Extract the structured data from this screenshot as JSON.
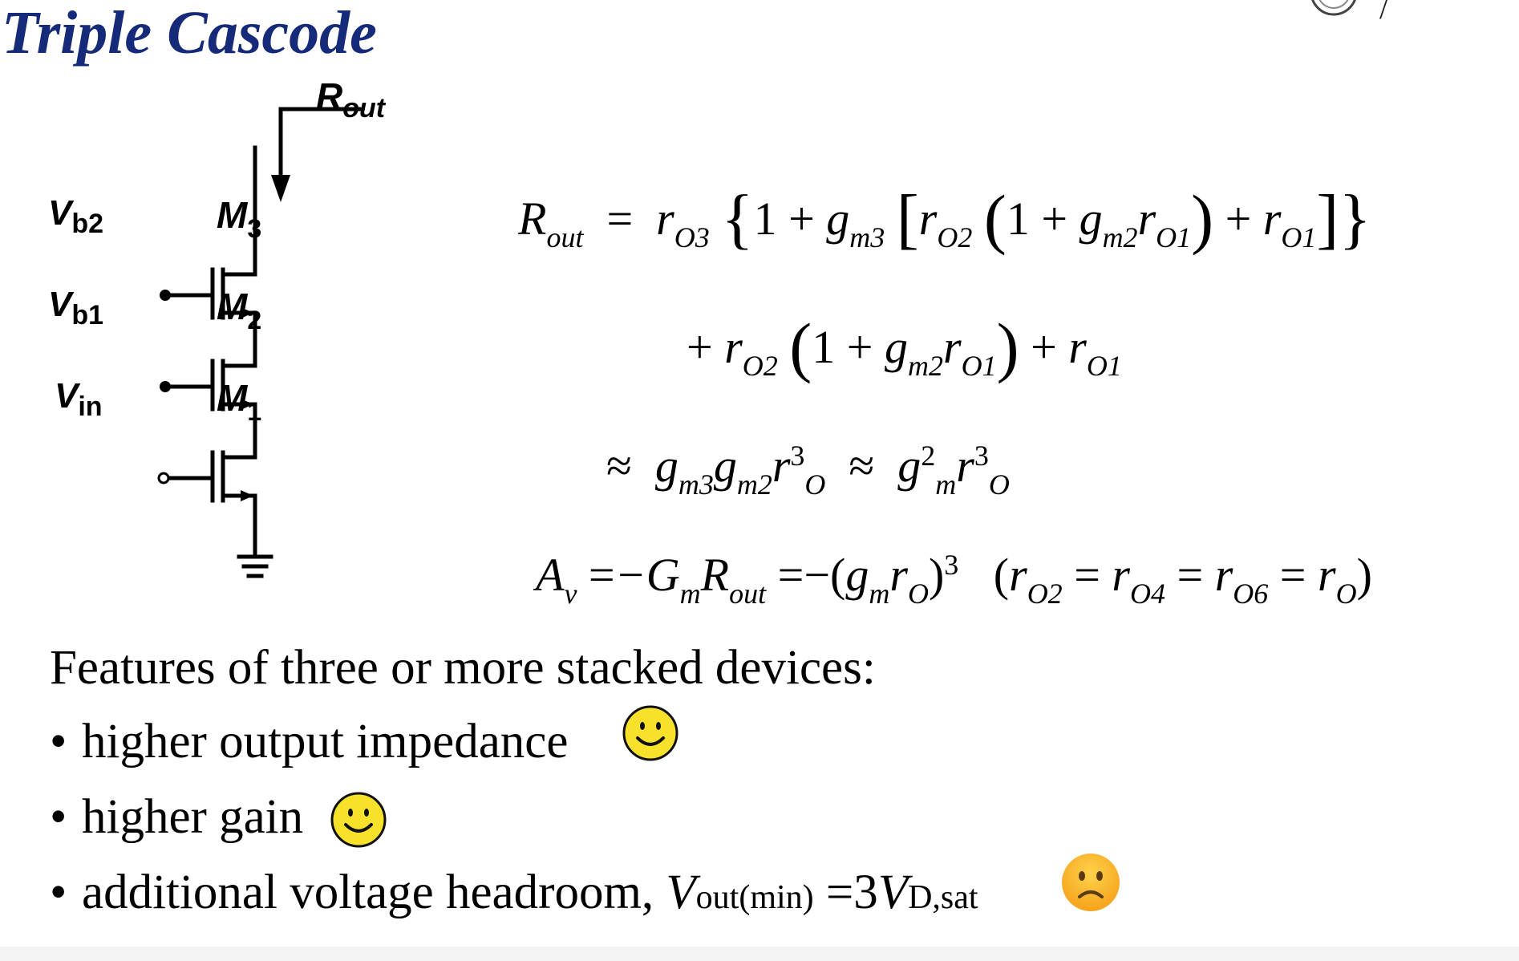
{
  "slide": {
    "title": "Triple Cascode"
  },
  "circuit": {
    "output_label": "R",
    "output_label_sub": "out",
    "bias2_label": "V",
    "bias2_sub": "b2",
    "bias1_label": "V",
    "bias1_sub": "b1",
    "input_label": "V",
    "input_sub": "in",
    "m3_label": "M",
    "m3_sub": "3",
    "m2_label": "M",
    "m2_sub": "2",
    "m1_label": "M",
    "m1_sub": "1"
  },
  "equations": {
    "line1": {
      "lhs": "R",
      "lhs_sub": "out",
      "eq": "=",
      "t1": "r",
      "t1_sub": "O3",
      "brace_open": "{",
      "one": "1",
      "plus1": "+",
      "gm3": "g",
      "gm3_sub": "m3",
      "bracket_open": "[",
      "r2": "r",
      "r2_sub": "O2",
      "paren_open": "(",
      "one2": "1",
      "plus2": "+",
      "gm2": "g",
      "gm2_sub": "m2",
      "r1": "r",
      "r1_sub": "O1",
      "paren_close": ")",
      "plus3": "+",
      "r1b": "r",
      "r1b_sub": "O1",
      "bracket_close": "]",
      "brace_close": "}"
    },
    "line2": {
      "plus1": "+",
      "r2": "r",
      "r2_sub": "O2",
      "paren_open": "(",
      "one": "1",
      "plus2": "+",
      "gm2": "g",
      "gm2_sub": "m2",
      "r1": "r",
      "r1_sub": "O1",
      "paren_close": ")",
      "plus3": "+",
      "r1b": "r",
      "r1b_sub": "O1"
    },
    "line3": {
      "approx1": "≈",
      "gm3": "g",
      "gm3_sub": "m3",
      "gm2": "g",
      "gm2_sub": "m2",
      "ro": "r",
      "ro_sub": "O",
      "ro_sup": "3",
      "approx2": "≈",
      "gm": "g",
      "gm_sub": "m",
      "gm_sup": "2",
      "ro2": "r",
      "ro2_sub": "O",
      "ro2_sup": "3"
    },
    "line4": {
      "av": "A",
      "av_sub": "v",
      "eq1": "=",
      "minus_gm": "−G",
      "gm_sub": "m",
      "r": "R",
      "r_sub": "out",
      "eq2": "=",
      "minus_paren": "−(",
      "g": "g",
      "g_sub": "m",
      "ro": "r",
      "ro_sub": "O",
      "close_paren": ")",
      "cube": "3",
      "cond_open": "(",
      "c1": "r",
      "c1_sub": "O2",
      "c_eq1": "=",
      "c2": "r",
      "c2_sub": "O4",
      "c_eq2": "=",
      "c3": "r",
      "c3_sub": "O6",
      "c_eq3": "=",
      "c4": "r",
      "c4_sub": "O",
      "cond_close": ")"
    }
  },
  "features": {
    "heading": "Features of three or more stacked devices:",
    "bullet": "•",
    "item1": "higher output impedance",
    "item2": "higher gain",
    "item3_prefix": "additional voltage headroom,",
    "item3_v1": "V",
    "item3_v1_sub": "out(min)",
    "item3_eq": " =3",
    "item3_v2": "V",
    "item3_v2_sub": "D,sat"
  },
  "colors": {
    "title": "#152a78",
    "emoji_face": "#f7e12a",
    "emoji_sad_face": "#f6ad2d"
  },
  "icons": {
    "happy": "smiley-face-icon",
    "sad": "frowning-face-icon"
  }
}
